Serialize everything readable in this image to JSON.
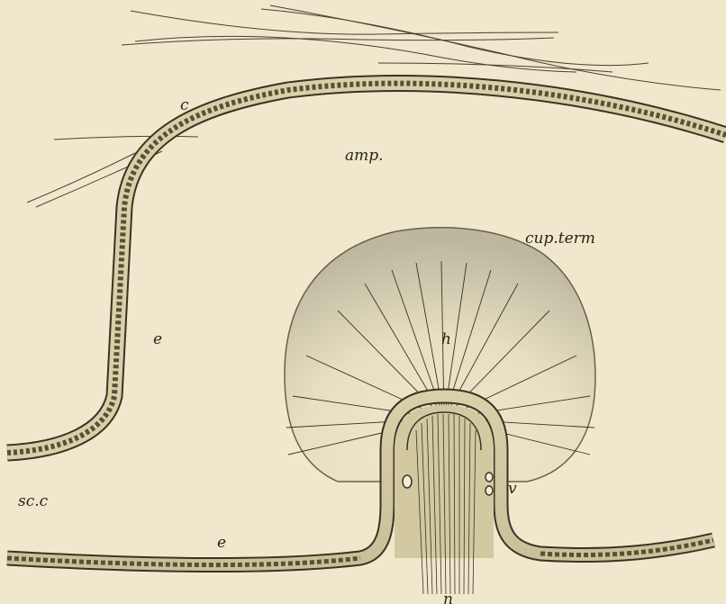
{
  "figure": {
    "background": "#efe8cc",
    "ink": "#3a3224",
    "labels": {
      "amp": "amp.",
      "cup_term": "cup.term",
      "h": "h",
      "c": "c",
      "e_wall": "e",
      "e_floor": "e",
      "v": "v",
      "scc": "sc.c",
      "n": "n"
    }
  }
}
